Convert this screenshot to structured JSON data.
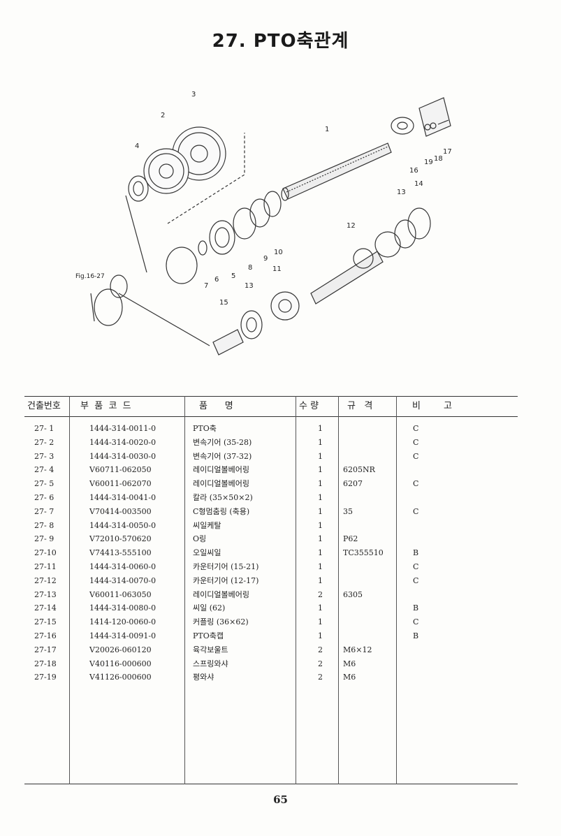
{
  "page": {
    "title": "27. PTO축관계",
    "page_number": "65",
    "figure_ref": "Fig.16-27"
  },
  "diagram": {
    "callouts": [
      "1",
      "2",
      "3",
      "4",
      "5",
      "6",
      "7",
      "8",
      "9",
      "10",
      "11",
      "12",
      "13",
      "13",
      "14",
      "15",
      "16",
      "17",
      "18",
      "19"
    ]
  },
  "table": {
    "headers": [
      "건출번호",
      "부  품  코  드",
      "품      명",
      "수 량",
      "규   격",
      "비        고"
    ],
    "rows": [
      {
        "no": "27- 1",
        "code": "1444-314-0011-0",
        "name": "PTO축",
        "qty": "1",
        "spec": "",
        "note": "C"
      },
      {
        "no": "27- 2",
        "code": "1444-314-0020-0",
        "name": "변속기어 (35-28)",
        "qty": "1",
        "spec": "",
        "note": "C"
      },
      {
        "no": "27- 3",
        "code": "1444-314-0030-0",
        "name": "변속기어 (37-32)",
        "qty": "1",
        "spec": "",
        "note": "C"
      },
      {
        "no": "27- 4",
        "code": "V60711-062050",
        "name": "레이디얼볼베어링",
        "qty": "1",
        "spec": "6205NR",
        "note": ""
      },
      {
        "no": "27- 5",
        "code": "V60011-062070",
        "name": "레이디얼볼베어링",
        "qty": "1",
        "spec": "6207",
        "note": "C"
      },
      {
        "no": "27- 6",
        "code": "1444-314-0041-0",
        "name": "칼라 (35×50×2)",
        "qty": "1",
        "spec": "",
        "note": ""
      },
      {
        "no": "27- 7",
        "code": "V70414-003500",
        "name": "C형멈춤링 (축용)",
        "qty": "1",
        "spec": "35",
        "note": "C"
      },
      {
        "no": "27- 8",
        "code": "1444-314-0050-0",
        "name": "씨일케탈",
        "qty": "1",
        "spec": "",
        "note": ""
      },
      {
        "no": "27- 9",
        "code": "V72010-570620",
        "name": "O링",
        "qty": "1",
        "spec": "P62",
        "note": ""
      },
      {
        "no": "27-10",
        "code": "V74413-555100",
        "name": "오일씨일",
        "qty": "1",
        "spec": "TC355510",
        "note": "B"
      },
      {
        "no": "27-11",
        "code": "1444-314-0060-0",
        "name": "카운터기어 (15-21)",
        "qty": "1",
        "spec": "",
        "note": "C"
      },
      {
        "no": "27-12",
        "code": "1444-314-0070-0",
        "name": "카운터기어 (12-17)",
        "qty": "1",
        "spec": "",
        "note": "C"
      },
      {
        "no": "27-13",
        "code": "V60011-063050",
        "name": "레이디얼볼베어링",
        "qty": "2",
        "spec": "6305",
        "note": ""
      },
      {
        "no": "27-14",
        "code": "1444-314-0080-0",
        "name": "씨일 (62)",
        "qty": "1",
        "spec": "",
        "note": "B"
      },
      {
        "no": "27-15",
        "code": "1414-120-0060-0",
        "name": "커플링 (36×62)",
        "qty": "1",
        "spec": "",
        "note": "C"
      },
      {
        "no": "27-16",
        "code": "1444-314-0091-0",
        "name": "PTO축캡",
        "qty": "1",
        "spec": "",
        "note": "B"
      },
      {
        "no": "27-17",
        "code": "V20026-060120",
        "name": "육각보울트",
        "qty": "2",
        "spec": "M6×12",
        "note": ""
      },
      {
        "no": "27-18",
        "code": "V40116-000600",
        "name": "스프링와샤",
        "qty": "2",
        "spec": "M6",
        "note": ""
      },
      {
        "no": "27-19",
        "code": "V41126-000600",
        "name": "평와샤",
        "qty": "2",
        "spec": "M6",
        "note": ""
      }
    ]
  }
}
